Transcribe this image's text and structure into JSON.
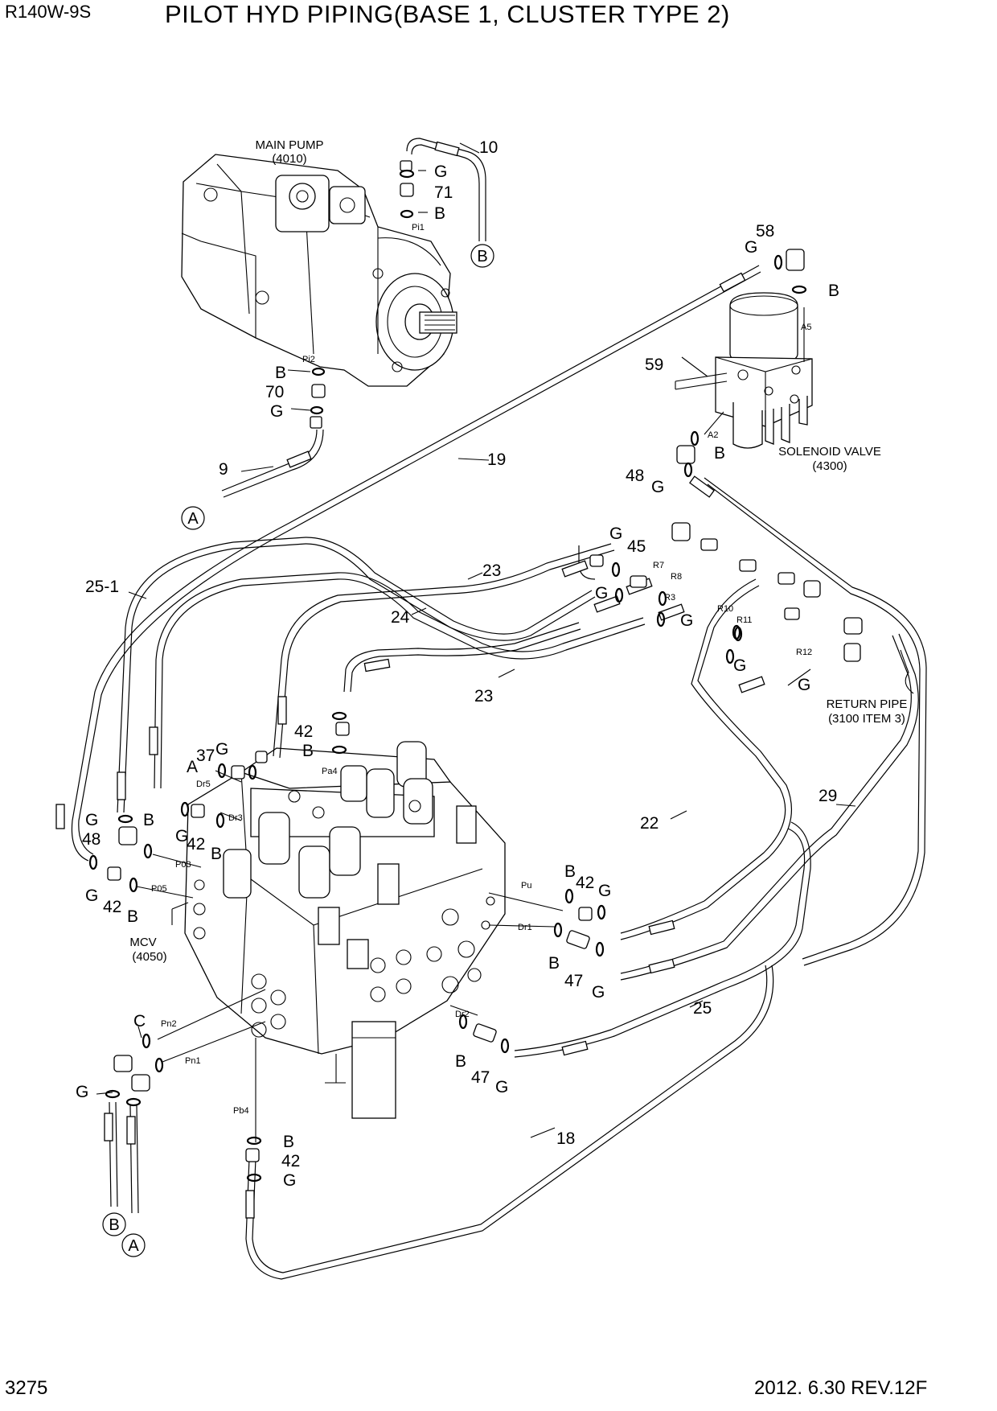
{
  "header": {
    "model": "R140W-9S",
    "title": "PILOT HYD PIPING(BASE 1, CLUSTER TYPE 2)"
  },
  "footer": {
    "page_number": "3275",
    "revision": "2012. 6.30  REV.12F"
  },
  "components": {
    "main_pump": {
      "name": "MAIN PUMP",
      "code": "(4010)"
    },
    "solenoid_valve": {
      "name": "SOLENOID VALVE",
      "code": "(4300)"
    },
    "mcv": {
      "name": "MCV",
      "code": "(4050)"
    },
    "return_pipe": {
      "name": "RETURN PIPE",
      "code": "(3100 ITEM 3)"
    }
  },
  "callouts": [
    {
      "text": "10"
    },
    {
      "text": "G"
    },
    {
      "text": "71"
    },
    {
      "text": "B"
    },
    {
      "text": "B"
    },
    {
      "text": "70"
    },
    {
      "text": "G"
    },
    {
      "text": "9"
    },
    {
      "text": "58"
    },
    {
      "text": "G"
    },
    {
      "text": "B"
    },
    {
      "text": "59"
    },
    {
      "text": "B"
    },
    {
      "text": "48"
    },
    {
      "text": "G"
    },
    {
      "text": "19"
    },
    {
      "text": "25-1"
    },
    {
      "text": "23"
    },
    {
      "text": "24"
    },
    {
      "text": "23"
    },
    {
      "text": "G"
    },
    {
      "text": "45"
    },
    {
      "text": "G"
    },
    {
      "text": "G"
    },
    {
      "text": "G"
    },
    {
      "text": "G"
    },
    {
      "text": "42"
    },
    {
      "text": "B"
    },
    {
      "text": "37"
    },
    {
      "text": "G"
    },
    {
      "text": "A"
    },
    {
      "text": "G"
    },
    {
      "text": "B"
    },
    {
      "text": "48"
    },
    {
      "text": "G"
    },
    {
      "text": "42"
    },
    {
      "text": "B"
    },
    {
      "text": "G"
    },
    {
      "text": "42"
    },
    {
      "text": "B"
    },
    {
      "text": "22"
    },
    {
      "text": "29"
    },
    {
      "text": "B"
    },
    {
      "text": "42"
    },
    {
      "text": "G"
    },
    {
      "text": "B"
    },
    {
      "text": "47"
    },
    {
      "text": "G"
    },
    {
      "text": "25"
    },
    {
      "text": "C"
    },
    {
      "text": "G"
    },
    {
      "text": "B"
    },
    {
      "text": "47"
    },
    {
      "text": "G"
    },
    {
      "text": "18"
    },
    {
      "text": "B"
    },
    {
      "text": "42"
    },
    {
      "text": "G"
    }
  ],
  "ports": [
    {
      "text": "Pi1"
    },
    {
      "text": "Pi2"
    },
    {
      "text": "A5"
    },
    {
      "text": "A2"
    },
    {
      "text": "R7"
    },
    {
      "text": "R8"
    },
    {
      "text": "R3"
    },
    {
      "text": "R10"
    },
    {
      "text": "R11"
    },
    {
      "text": "R12"
    },
    {
      "text": "Pa4"
    },
    {
      "text": "Dr5"
    },
    {
      "text": "Dr3"
    },
    {
      "text": "P03"
    },
    {
      "text": "P05"
    },
    {
      "text": "Pu"
    },
    {
      "text": "Dr1"
    },
    {
      "text": "Dr2"
    },
    {
      "text": "Pn2"
    },
    {
      "text": "Pn1"
    },
    {
      "text": "Pb4"
    }
  ],
  "connectors": [
    {
      "text": "B"
    },
    {
      "text": "A"
    },
    {
      "text": "B"
    },
    {
      "text": "A"
    }
  ]
}
